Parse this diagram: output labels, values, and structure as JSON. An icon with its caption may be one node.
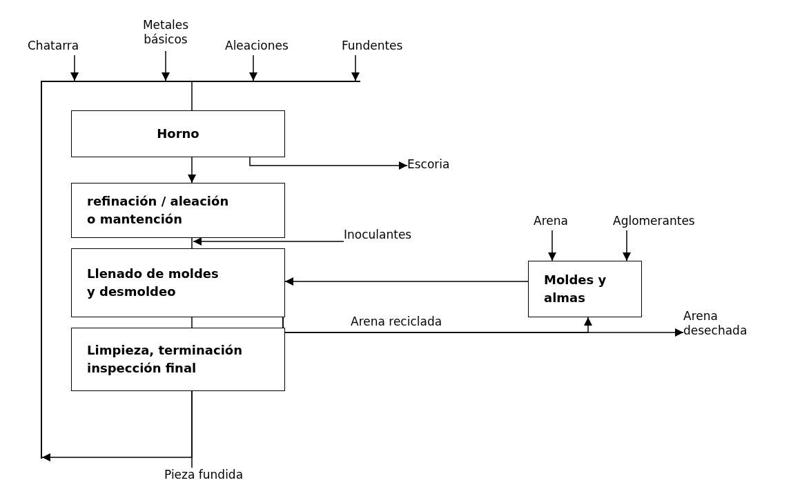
{
  "diagram": {
    "nodes": [
      {
        "text": [
          "Chatarra"
        ]
      },
      {
        "text": [
          "Metales básicos"
        ]
      },
      {
        "text": [
          "Aleaciones"
        ]
      },
      {
        "text": [
          "Fundentes"
        ]
      },
      {
        "text": [
          "Horno"
        ]
      },
      {
        "text": [
          "refinación / aleación o mantención"
        ]
      },
      {
        "text": [
          "Llenado de moldes y desmoldeo"
        ]
      },
      {
        "text": [
          "Limpieza, terminación inspección final"
        ]
      },
      {
        "text": [
          "Escoria"
        ]
      },
      {
        "text": [
          "Inoculantes"
        ]
      },
      {
        "text": [
          "Arena"
        ]
      },
      {
        "text": [
          "Aglomerantes"
        ]
      },
      {
        "text": [
          "Moldes y almas"
        ]
      },
      {
        "text": [
          "Arena desechada"
        ]
      },
      {
        "text": [
          "Pieza fundida"
        ]
      },
      {
        "text": [],
        "shape": "bar"
      },
      {
        "text": [],
        "shape": "bar"
      }
    ],
    "edges": [
      {
        "from": 0,
        "to": 15,
        "arrow": "to"
      },
      {
        "from": 1,
        "to": 15,
        "arrow": "to"
      },
      {
        "from": 2,
        "to": 15,
        "arrow": "to"
      },
      {
        "from": 3,
        "to": 15,
        "arrow": "to"
      },
      {
        "from": 4,
        "to": 5,
        "arrow": "to"
      },
      {
        "from": 4,
        "to": 8,
        "arrow": "to"
      },
      {
        "from": 5,
        "to": 6,
        "arrow": "none"
      },
      {
        "from": 9,
        "to": 6,
        "arrow": "to"
      },
      {
        "from": 6,
        "to": 7,
        "arrow": "none"
      },
      {
        "from": 12,
        "to": 6,
        "arrow": "to"
      },
      {
        "from": 10,
        "to": 12,
        "arrow": "to"
      },
      {
        "from": 11,
        "to": 12,
        "arrow": "to"
      },
      {
        "from": 6,
        "to": 13,
        "arrow": "to"
      },
      {
        "from": 6,
        "to": 12,
        "arrow": "to",
        "label": "Arena reciclada"
      },
      {
        "from": 7,
        "to": 14,
        "arrow": "none"
      },
      {
        "from": 7,
        "to": 16,
        "arrow": "to"
      },
      {
        "from": 15,
        "to": 4,
        "arrow": "none"
      }
    ]
  }
}
